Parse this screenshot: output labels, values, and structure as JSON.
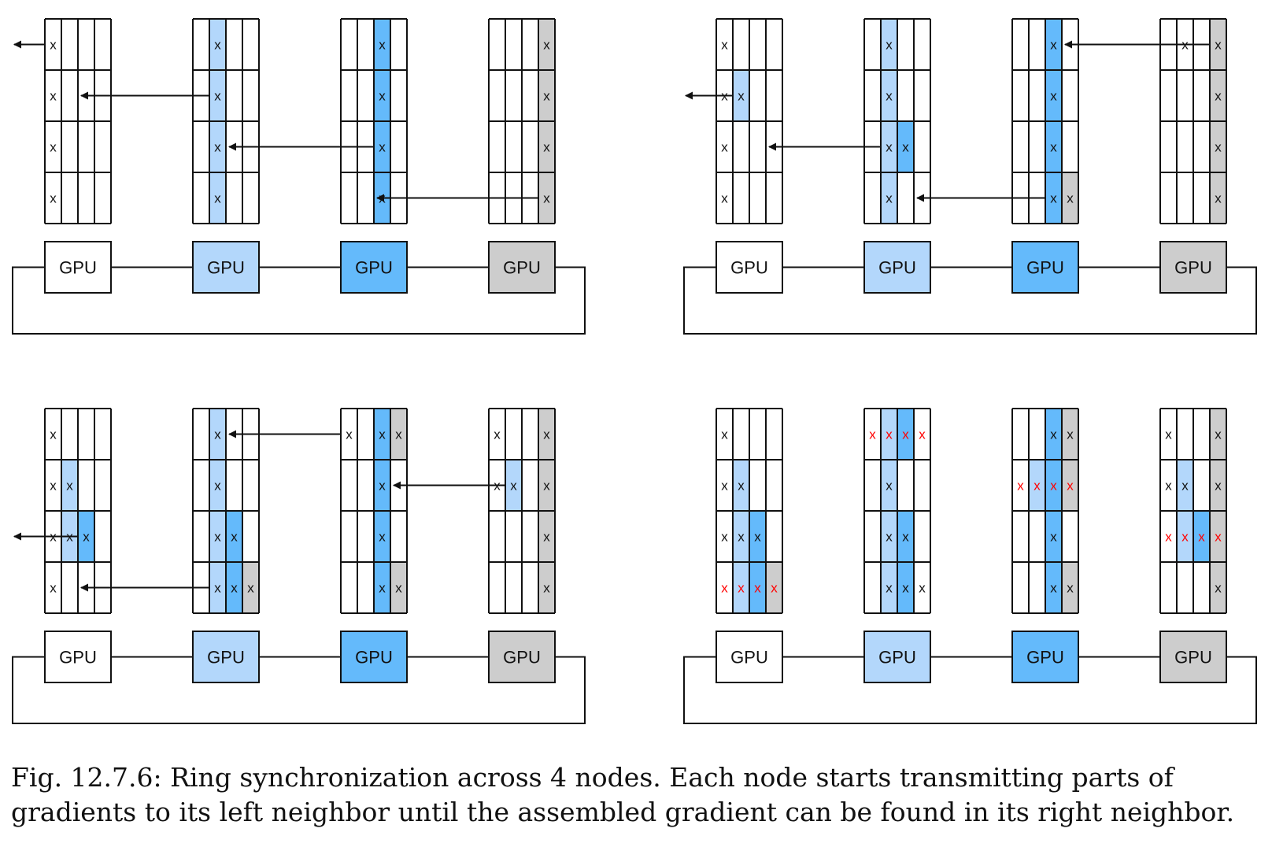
{
  "colors": {
    "gpu1": "#ffffff",
    "gpu2": "#b3d7fb",
    "gpu3": "#64bafb",
    "gpu4": "#cdcdcd",
    "mark_black": "#111111",
    "mark_red": "#ff0000"
  },
  "gpu_label": "GPU",
  "mark_glyph": "x",
  "panels": [
    {
      "nodes": [
        {
          "fill": [
            [
              0,
              0,
              0,
              0
            ],
            [
              0,
              0,
              0,
              0
            ],
            [
              0,
              0,
              0,
              0
            ],
            [
              0,
              0,
              0,
              0
            ]
          ],
          "marks": [
            [
              "k",
              0,
              0,
              0
            ],
            [
              "k",
              0,
              0,
              0
            ],
            [
              "k",
              0,
              0,
              0
            ],
            [
              "k",
              0,
              0,
              0
            ]
          ]
        },
        {
          "fill": [
            [
              0,
              1,
              0,
              0
            ],
            [
              0,
              1,
              0,
              0
            ],
            [
              0,
              1,
              0,
              0
            ],
            [
              0,
              1,
              0,
              0
            ]
          ],
          "marks": [
            [
              0,
              "k",
              0,
              0
            ],
            [
              0,
              "k",
              0,
              0
            ],
            [
              0,
              "k",
              0,
              0
            ],
            [
              0,
              "k",
              0,
              0
            ]
          ]
        },
        {
          "fill": [
            [
              0,
              0,
              2,
              0
            ],
            [
              0,
              0,
              2,
              0
            ],
            [
              0,
              0,
              2,
              0
            ],
            [
              0,
              0,
              2,
              0
            ]
          ],
          "marks": [
            [
              0,
              0,
              "k",
              0
            ],
            [
              0,
              0,
              "k",
              0
            ],
            [
              0,
              0,
              "k",
              0
            ],
            [
              0,
              0,
              "k",
              0
            ]
          ]
        },
        {
          "fill": [
            [
              0,
              0,
              0,
              3
            ],
            [
              0,
              0,
              0,
              3
            ],
            [
              0,
              0,
              0,
              3
            ],
            [
              0,
              0,
              0,
              3
            ]
          ],
          "marks": [
            [
              0,
              0,
              0,
              "k"
            ],
            [
              0,
              0,
              0,
              "k"
            ],
            [
              0,
              0,
              0,
              "k"
            ],
            [
              0,
              0,
              0,
              "k"
            ]
          ]
        }
      ],
      "arrows": [
        {
          "row": 0,
          "from": [
            0,
            0
          ],
          "to": "exit"
        },
        {
          "row": 1,
          "from": [
            1,
            1
          ],
          "to": [
            0,
            2
          ]
        },
        {
          "row": 2,
          "from": [
            2,
            2
          ],
          "to": [
            1,
            2
          ]
        },
        {
          "row": 3,
          "from": [
            3,
            3
          ],
          "to": [
            2,
            2
          ]
        }
      ]
    },
    {
      "nodes": [
        {
          "fill": [
            [
              0,
              0,
              0,
              0
            ],
            [
              0,
              1,
              0,
              0
            ],
            [
              0,
              0,
              0,
              0
            ],
            [
              0,
              0,
              0,
              0
            ]
          ],
          "marks": [
            [
              "k",
              0,
              0,
              0
            ],
            [
              "k",
              "k",
              0,
              0
            ],
            [
              "k",
              0,
              0,
              0
            ],
            [
              "k",
              0,
              0,
              0
            ]
          ]
        },
        {
          "fill": [
            [
              0,
              1,
              0,
              0
            ],
            [
              0,
              1,
              0,
              0
            ],
            [
              0,
              1,
              2,
              0
            ],
            [
              0,
              1,
              0,
              0
            ]
          ],
          "marks": [
            [
              0,
              "k",
              0,
              0
            ],
            [
              0,
              "k",
              0,
              0
            ],
            [
              0,
              "k",
              "k",
              0
            ],
            [
              0,
              "k",
              0,
              0
            ]
          ]
        },
        {
          "fill": [
            [
              0,
              0,
              2,
              0
            ],
            [
              0,
              0,
              2,
              0
            ],
            [
              0,
              0,
              2,
              0
            ],
            [
              0,
              0,
              2,
              3
            ]
          ],
          "marks": [
            [
              0,
              0,
              "k",
              0
            ],
            [
              0,
              0,
              "k",
              0
            ],
            [
              0,
              0,
              "k",
              0
            ],
            [
              0,
              0,
              "k",
              "k"
            ]
          ]
        },
        {
          "fill": [
            [
              0,
              0,
              0,
              3
            ],
            [
              0,
              0,
              0,
              3
            ],
            [
              0,
              0,
              0,
              3
            ],
            [
              0,
              0,
              0,
              3
            ]
          ],
          "marks": [
            [
              0,
              "k",
              0,
              "k"
            ],
            [
              0,
              0,
              0,
              "k"
            ],
            [
              0,
              0,
              0,
              "k"
            ],
            [
              0,
              0,
              0,
              "k"
            ]
          ]
        }
      ],
      "arrows": [
        {
          "row": 0,
          "from": [
            3,
            3
          ],
          "to": [
            2,
            3
          ]
        },
        {
          "row": 1,
          "from": [
            0,
            1
          ],
          "to": "exit"
        },
        {
          "row": 2,
          "from": [
            1,
            1
          ],
          "to": [
            0,
            3
          ]
        },
        {
          "row": 3,
          "from": [
            2,
            2
          ],
          "to": [
            1,
            3
          ]
        }
      ]
    },
    {
      "nodes": [
        {
          "fill": [
            [
              0,
              0,
              0,
              0
            ],
            [
              0,
              1,
              0,
              0
            ],
            [
              0,
              1,
              2,
              0
            ],
            [
              0,
              0,
              0,
              0
            ]
          ],
          "marks": [
            [
              "k",
              0,
              0,
              0
            ],
            [
              "k",
              "k",
              0,
              0
            ],
            [
              "k",
              "k",
              "k",
              0
            ],
            [
              "k",
              0,
              0,
              0
            ]
          ]
        },
        {
          "fill": [
            [
              0,
              1,
              0,
              0
            ],
            [
              0,
              1,
              0,
              0
            ],
            [
              0,
              1,
              2,
              0
            ],
            [
              0,
              1,
              2,
              3
            ]
          ],
          "marks": [
            [
              0,
              "k",
              0,
              0
            ],
            [
              0,
              "k",
              0,
              0
            ],
            [
              0,
              "k",
              "k",
              0
            ],
            [
              0,
              "k",
              "k",
              "k"
            ]
          ]
        },
        {
          "fill": [
            [
              0,
              0,
              2,
              3
            ],
            [
              0,
              0,
              2,
              0
            ],
            [
              0,
              0,
              2,
              0
            ],
            [
              0,
              0,
              2,
              3
            ]
          ],
          "marks": [
            [
              "k",
              0,
              "k",
              "k"
            ],
            [
              0,
              0,
              "k",
              0
            ],
            [
              0,
              0,
              "k",
              0
            ],
            [
              0,
              0,
              "k",
              "k"
            ]
          ]
        },
        {
          "fill": [
            [
              0,
              0,
              0,
              3
            ],
            [
              0,
              1,
              0,
              3
            ],
            [
              0,
              0,
              0,
              3
            ],
            [
              0,
              0,
              0,
              3
            ]
          ],
          "marks": [
            [
              "k",
              0,
              0,
              "k"
            ],
            [
              "k",
              "k",
              0,
              "k"
            ],
            [
              0,
              0,
              0,
              "k"
            ],
            [
              0,
              0,
              0,
              "k"
            ]
          ]
        }
      ],
      "arrows": [
        {
          "row": 0,
          "from": [
            2,
            0
          ],
          "to": [
            1,
            2
          ]
        },
        {
          "row": 1,
          "from": [
            3,
            1
          ],
          "to": [
            2,
            3
          ]
        },
        {
          "row": 2,
          "from": [
            0,
            2
          ],
          "to": "exit"
        },
        {
          "row": 3,
          "from": [
            1,
            1
          ],
          "to": [
            0,
            2
          ]
        }
      ]
    },
    {
      "nodes": [
        {
          "fill": [
            [
              0,
              0,
              0,
              0
            ],
            [
              0,
              1,
              0,
              0
            ],
            [
              0,
              1,
              2,
              0
            ],
            [
              0,
              1,
              2,
              3
            ]
          ],
          "marks": [
            [
              "k",
              0,
              0,
              0
            ],
            [
              "k",
              "k",
              0,
              0
            ],
            [
              "k",
              "k",
              "k",
              0
            ],
            [
              "r",
              "r",
              "r",
              "r"
            ]
          ]
        },
        {
          "fill": [
            [
              0,
              1,
              2,
              0
            ],
            [
              0,
              1,
              0,
              0
            ],
            [
              0,
              1,
              2,
              0
            ],
            [
              0,
              1,
              2,
              0
            ]
          ],
          "marks": [
            [
              "r",
              "r",
              "r",
              "r"
            ],
            [
              0,
              "k",
              0,
              0
            ],
            [
              0,
              "k",
              "k",
              0
            ],
            [
              0,
              "k",
              "k",
              "k"
            ]
          ]
        },
        {
          "fill": [
            [
              0,
              0,
              2,
              3
            ],
            [
              0,
              1,
              2,
              3
            ],
            [
              0,
              0,
              2,
              0
            ],
            [
              0,
              0,
              2,
              3
            ]
          ],
          "marks": [
            [
              0,
              0,
              "k",
              "k"
            ],
            [
              "r",
              "r",
              "r",
              "r"
            ],
            [
              0,
              0,
              "k",
              0
            ],
            [
              0,
              0,
              "k",
              "k"
            ]
          ]
        },
        {
          "fill": [
            [
              0,
              0,
              0,
              3
            ],
            [
              0,
              1,
              0,
              3
            ],
            [
              0,
              1,
              2,
              3
            ],
            [
              0,
              0,
              0,
              3
            ]
          ],
          "marks": [
            [
              "k",
              0,
              0,
              "k"
            ],
            [
              "k",
              "k",
              0,
              "k"
            ],
            [
              "r",
              "r",
              "r",
              "r"
            ],
            [
              0,
              0,
              0,
              "k"
            ]
          ]
        }
      ],
      "arrows": []
    }
  ],
  "caption": "Fig. 12.7.6: Ring synchronization across 4 nodes. Each node starts transmitting parts of gradients to its left neighbor until the assembled gradient can be found in its right neighbor."
}
